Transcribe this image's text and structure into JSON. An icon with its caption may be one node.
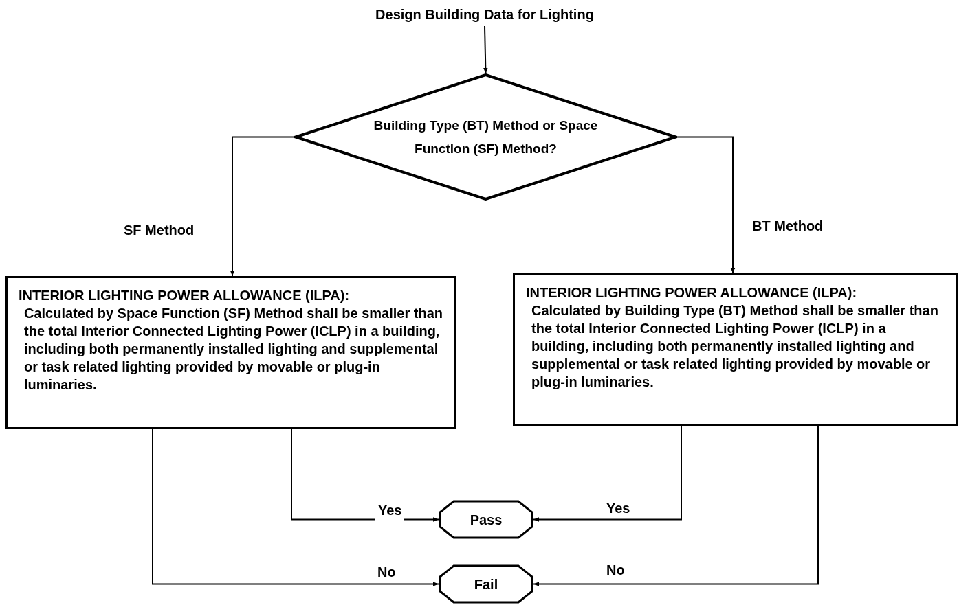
{
  "diagram": {
    "nodes": [
      {
        "text": [
          "Design Building Data for Lighting"
        ]
      },
      {
        "text": [
          "Building Type (BT) Method or Space Function (SF) Method?"
        ]
      },
      {
        "text": [
          "INTERIOR LIGHTING POWER ALLOWANCE (ILPA):",
          "Calculated by Space Function (SF) Method shall be smaller than the total Interior Connected Lighting Power (ICLP) in a building, including both permanently installed lighting and supplemental or task related lighting provided by movable or plug-in luminaries."
        ]
      },
      {
        "text": [
          "INTERIOR LIGHTING POWER ALLOWANCE (ILPA):",
          "Calculated by Building Type (BT) Method shall be smaller than the total Interior Connected Lighting Power (ICLP) in a building, including both permanently installed lighting and supplemental or task related lighting provided by movable or plug-in luminaries."
        ]
      },
      {
        "text": [
          "Pass"
        ]
      },
      {
        "text": [
          "Fail"
        ]
      }
    ],
    "edges": [
      {
        "from": 0,
        "to": 1,
        "arrow": "to"
      },
      {
        "from": 1,
        "to": 2,
        "arrow": "to",
        "label": "SF Method"
      },
      {
        "from": 1,
        "to": 3,
        "arrow": "to",
        "label": "BT Method"
      },
      {
        "from": 2,
        "to": 4,
        "arrow": "to",
        "label": "Yes"
      },
      {
        "from": 3,
        "to": 4,
        "arrow": "to",
        "label": "Yes"
      },
      {
        "from": 2,
        "to": 5,
        "arrow": "to",
        "label": "No"
      },
      {
        "from": 3,
        "to": 5,
        "arrow": "to",
        "label": "No"
      }
    ]
  }
}
